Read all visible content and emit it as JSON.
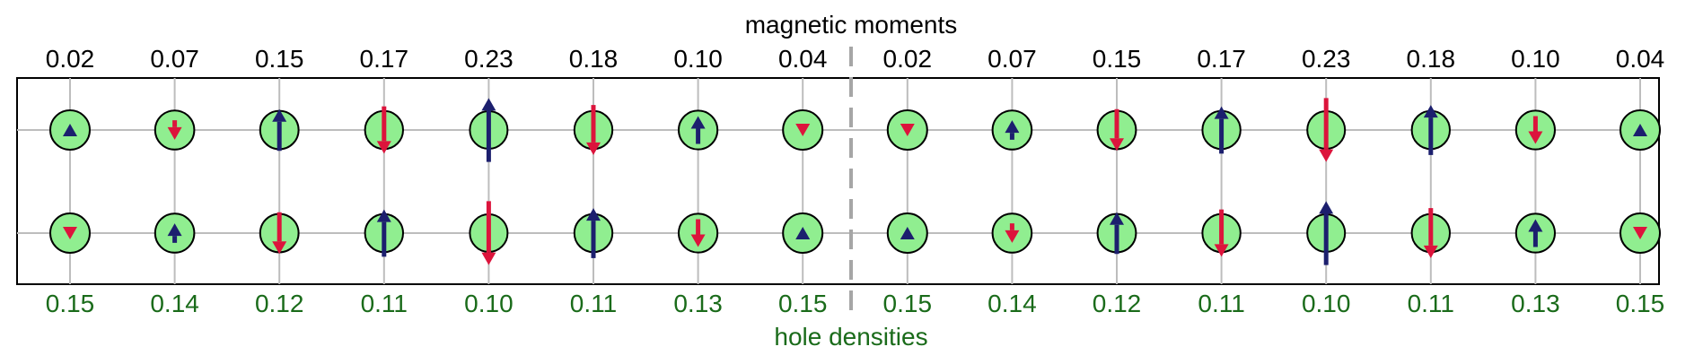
{
  "title_top": "magnetic moments",
  "title_bottom": "hole densities",
  "colors": {
    "up_arrow": "#1c1f6e",
    "down_arrow": "#dc143c",
    "site_fill": "#90ee90",
    "site_edge": "#000000",
    "grid": "#bdbdbd",
    "divider": "#a6a6a6",
    "hole_text": "#1a6b1a",
    "moment_text": "#000000"
  },
  "magnetic_moments": [
    "0.02",
    "0.07",
    "0.15",
    "0.17",
    "0.23",
    "0.18",
    "0.10",
    "0.04",
    "0.02",
    "0.07",
    "0.15",
    "0.17",
    "0.23",
    "0.18",
    "0.10",
    "0.04"
  ],
  "hole_densities": [
    "0.15",
    "0.14",
    "0.12",
    "0.11",
    "0.10",
    "0.11",
    "0.13",
    "0.15",
    "0.15",
    "0.14",
    "0.12",
    "0.11",
    "0.10",
    "0.11",
    "0.13",
    "0.15"
  ],
  "rows": [
    {
      "spins": [
        "up",
        "down",
        "up",
        "down",
        "up",
        "down",
        "up",
        "down",
        "down",
        "up",
        "down",
        "up",
        "down",
        "up",
        "down",
        "up"
      ],
      "moments": [
        0.02,
        0.07,
        0.15,
        0.17,
        0.23,
        0.18,
        0.1,
        0.04,
        0.02,
        0.07,
        0.15,
        0.17,
        0.23,
        0.18,
        0.1,
        0.04
      ]
    },
    {
      "spins": [
        "down",
        "up",
        "down",
        "up",
        "down",
        "up",
        "down",
        "up",
        "up",
        "down",
        "up",
        "down",
        "up",
        "down",
        "up",
        "down"
      ],
      "moments": [
        0.02,
        0.07,
        0.15,
        0.17,
        0.23,
        0.18,
        0.1,
        0.04,
        0.02,
        0.07,
        0.15,
        0.17,
        0.23,
        0.18,
        0.1,
        0.04
      ]
    }
  ]
}
